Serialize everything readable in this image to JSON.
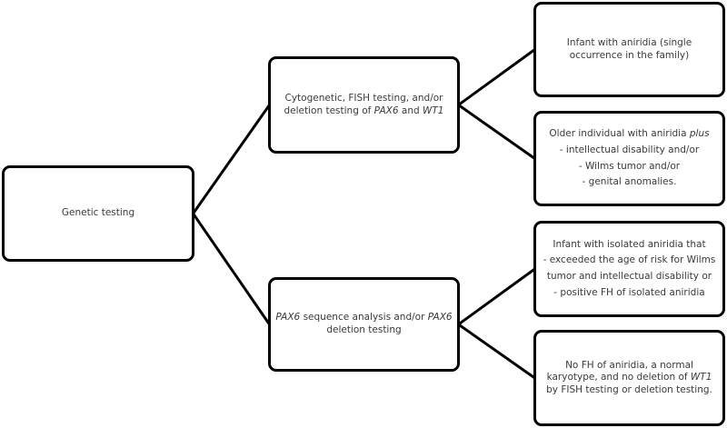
{
  "diagram": {
    "type": "tree",
    "direction": "left-to-right",
    "root": {
      "id": "genetic-testing",
      "lines": [
        [
          "Genetic testing"
        ]
      ]
    },
    "branches": [
      {
        "id": "cytogenetic-fish",
        "lines": [
          [
            {
              "t": "Cytogenetic, FISH testing, and/or"
            }
          ],
          [
            {
              "t": "deletion testing of "
            },
            {
              "t": "PAX6",
              "i": true
            },
            {
              "t": " and "
            },
            {
              "t": "WT1",
              "i": true
            }
          ]
        ],
        "children": [
          {
            "id": "infant-single",
            "lines": [
              [
                {
                  "t": "Infant with aniridia (single"
                }
              ],
              [
                {
                  "t": "occurrence in the family)"
                }
              ]
            ]
          },
          {
            "id": "older-individual",
            "lines": [
              [
                {
                  "t": "Older individual with aniridia "
                },
                {
                  "t": "plus",
                  "i": true
                }
              ],
              [
                {
                  "t": "- intellectual disability and/or"
                }
              ],
              [
                {
                  "t": "- Wilms tumor and/or"
                }
              ],
              [
                {
                  "t": "- genital anomalies."
                }
              ]
            ]
          }
        ]
      },
      {
        "id": "pax6-sequence",
        "lines": [
          [
            {
              "t": "PAX6",
              "i": true
            },
            {
              "t": " sequence analysis and/or "
            },
            {
              "t": "PAX6",
              "i": true
            }
          ],
          [
            {
              "t": "deletion testing"
            }
          ]
        ],
        "children": [
          {
            "id": "infant-isolated",
            "lines": [
              [
                {
                  "t": "Infant with isolated aniridia that"
                }
              ],
              [
                {
                  "t": "- exceeded the age of risk for Wilms"
                }
              ],
              [
                {
                  "t": "tumor and intellectual disability or"
                }
              ],
              [
                {
                  "t": "- positive FH of isolated aniridia"
                }
              ]
            ]
          },
          {
            "id": "no-fh",
            "lines": [
              [
                {
                  "t": "No FH of aniridia, a normal"
                }
              ],
              [
                {
                  "t": "karyotype, and no deletion of "
                },
                {
                  "t": "WT1",
                  "i": true
                }
              ],
              [
                {
                  "t": "by FISH testing or deletion testing."
                }
              ]
            ]
          }
        ]
      }
    ],
    "edges": [
      [
        "genetic-testing",
        "cytogenetic-fish"
      ],
      [
        "genetic-testing",
        "pax6-sequence"
      ],
      [
        "cytogenetic-fish",
        "infant-single"
      ],
      [
        "cytogenetic-fish",
        "older-individual"
      ],
      [
        "pax6-sequence",
        "infant-isolated"
      ],
      [
        "pax6-sequence",
        "no-fh"
      ]
    ],
    "colors": {
      "border": "#000000",
      "text": "#3a3a3a",
      "background": "#ffffff"
    }
  }
}
